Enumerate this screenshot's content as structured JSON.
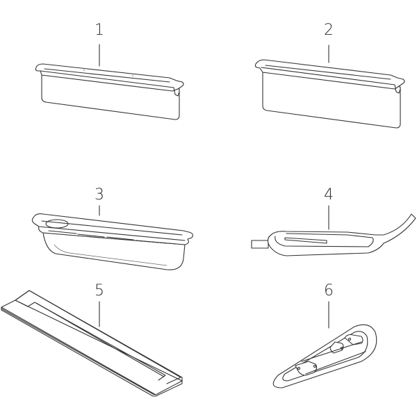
{
  "diagram": {
    "type": "parts-catalog",
    "background": "#ffffff",
    "line_color": "#333333",
    "parts": [
      {
        "id": 1,
        "label": "1",
        "description": "short rectangular basin with clip rim"
      },
      {
        "id": 2,
        "label": "2",
        "description": "deep rectangular basin with clip rim"
      },
      {
        "id": 3,
        "label": "3",
        "description": "oval transparent tray with rim"
      },
      {
        "id": 4,
        "label": "4",
        "description": "curved handle / lever with pin"
      },
      {
        "id": 5,
        "label": "5",
        "description": "flat rectangular plate with channel"
      },
      {
        "id": 6,
        "label": "6",
        "description": "oval gasket with clip tabs"
      }
    ]
  }
}
